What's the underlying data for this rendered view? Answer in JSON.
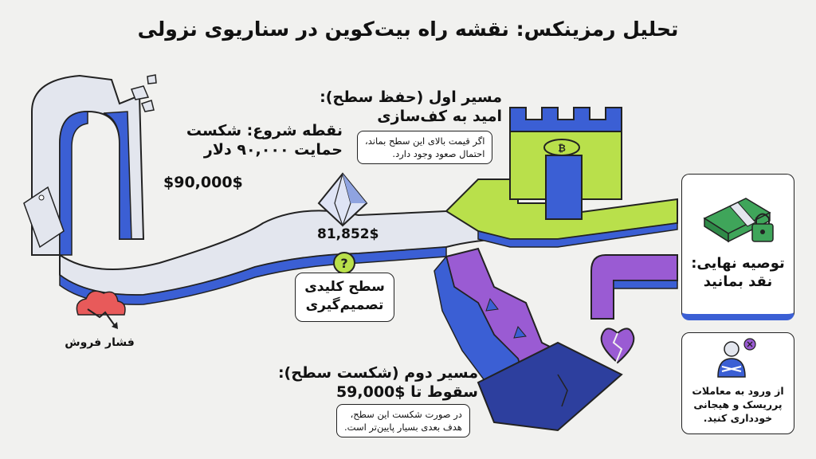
{
  "title": "تحلیل رمزینکس: نقشه راه بیت‌کوین در سناریوی نزولی",
  "start": {
    "heading_line1": "نقطه شروع: شکست",
    "heading_line2": "حمایت ۹۰,۰۰۰ دلار",
    "price": "$90,000$"
  },
  "current": {
    "price": "81,852$",
    "icon": "question-icon",
    "label_line1": "سطح کلیدی",
    "label_line2": "تصمیم‌گیری"
  },
  "selling_pressure": {
    "icon": "cloud-down-arrow-icon",
    "label": "فشار فروش"
  },
  "path1": {
    "heading_line1": "مسیر اول (حفظ سطح):",
    "heading_line2": "امید به کف‌سازی",
    "note_line1": "اگر قیمت بالای این سطح بماند،",
    "note_line2": "احتمال صعود وجود دارد."
  },
  "path2": {
    "heading_line1": "مسیر دوم (شکست سطح):",
    "heading_line2": "سقوط تا $59,000",
    "note_line1": "در صورت شکست این سطح،",
    "note_line2": "هدف بعدی بسیار پایین‌تر است."
  },
  "recommendation": {
    "icon": "cash-lock-icon",
    "line1": "توصیه نهایی:",
    "line2": "نقد بمانید"
  },
  "warning": {
    "icon": "person-crossed-arms-icon",
    "line1": "از ورود به معاملات",
    "line2": "پرریسک و هیجانی",
    "line3": "خودداری کنید."
  },
  "colors": {
    "blue": "#3b5fd4",
    "green": "#b9e04b",
    "purple": "#9a5bd3",
    "path": "#e3e6ee",
    "red": "#e85a5a",
    "cash": "#3fa55a"
  }
}
